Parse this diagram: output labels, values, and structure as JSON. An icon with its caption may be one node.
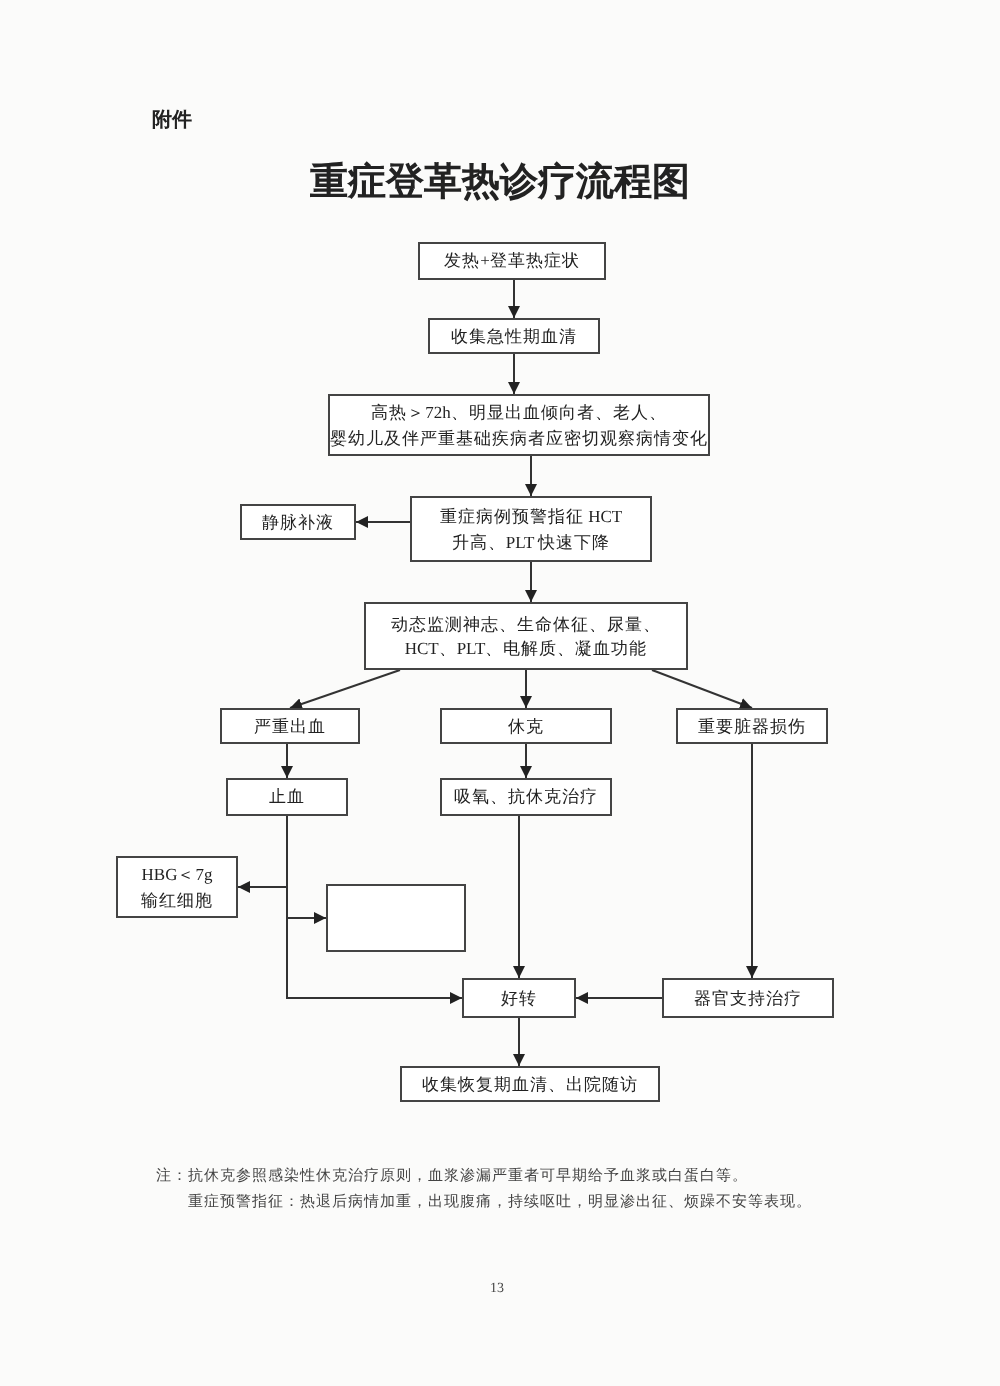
{
  "diagram": {
    "title": "重症登革热诊疗流程图",
    "nodes": [
      {
        "text": [
          "发热+登革热症状"
        ]
      },
      {
        "text": [
          "收集急性期血清"
        ]
      },
      {
        "text": [
          "高热＞72h、明显出血倾向者、老人、婴幼儿及伴严重基础疾病者应密切观察病情变化"
        ]
      },
      {
        "text": [
          "静脉补液"
        ]
      },
      {
        "text": [
          "重症病例预警指征 HCT 升高、PLT 快速下降"
        ]
      },
      {
        "text": [
          "动态监测神志、生命体征、尿量、HCT、PLT、电解质、凝血功能"
        ]
      },
      {
        "text": [
          "严重出血"
        ]
      },
      {
        "text": [
          "休克"
        ]
      },
      {
        "text": [
          "重要脏器损伤"
        ]
      },
      {
        "text": [
          "止血"
        ]
      },
      {
        "text": [
          "吸氧、抗休克治疗"
        ]
      },
      {
        "text": [
          "HBG＜7g 输红细胞"
        ]
      },
      {
        "text": [],
        "shape": "box"
      },
      {
        "text": [
          "好转"
        ]
      },
      {
        "text": [
          "器官支持治疗"
        ]
      },
      {
        "text": [
          "收集恢复期血清、出院随访"
        ]
      }
    ],
    "edges": [
      {
        "from": 0,
        "to": 1,
        "arrow": "to"
      },
      {
        "from": 1,
        "to": 2,
        "arrow": "to"
      },
      {
        "from": 2,
        "to": 4,
        "arrow": "to"
      },
      {
        "from": 4,
        "to": 3,
        "arrow": "to"
      },
      {
        "from": 4,
        "to": 5,
        "arrow": "to"
      },
      {
        "from": 5,
        "to": 6,
        "arrow": "to"
      },
      {
        "from": 5,
        "to": 7,
        "arrow": "to"
      },
      {
        "from": 5,
        "to": 8,
        "arrow": "to"
      },
      {
        "from": 6,
        "to": 9,
        "arrow": "to"
      },
      {
        "from": 7,
        "to": 10,
        "arrow": "to"
      },
      {
        "from": 8,
        "to": 14,
        "arrow": "to"
      },
      {
        "from": 9,
        "to": 11,
        "arrow": "to"
      },
      {
        "from": 9,
        "to": 12,
        "arrow": "to"
      },
      {
        "from": 9,
        "to": 13,
        "arrow": "to"
      },
      {
        "from": 10,
        "to": 13,
        "arrow": "to"
      },
      {
        "from": 14,
        "to": 13,
        "arrow": "to"
      },
      {
        "from": 13,
        "to": 15,
        "arrow": "to"
      }
    ],
    "labels": [
      "附件",
      "注：抗休克参照感染性休克治疗原则，血浆渗漏严重者可早期给予血浆或白蛋白等。",
      "重症预警指征：热退后病情加重，出现腹痛，持续呕吐，明显渗出征、烦躁不安等表现。",
      "13"
    ]
  }
}
